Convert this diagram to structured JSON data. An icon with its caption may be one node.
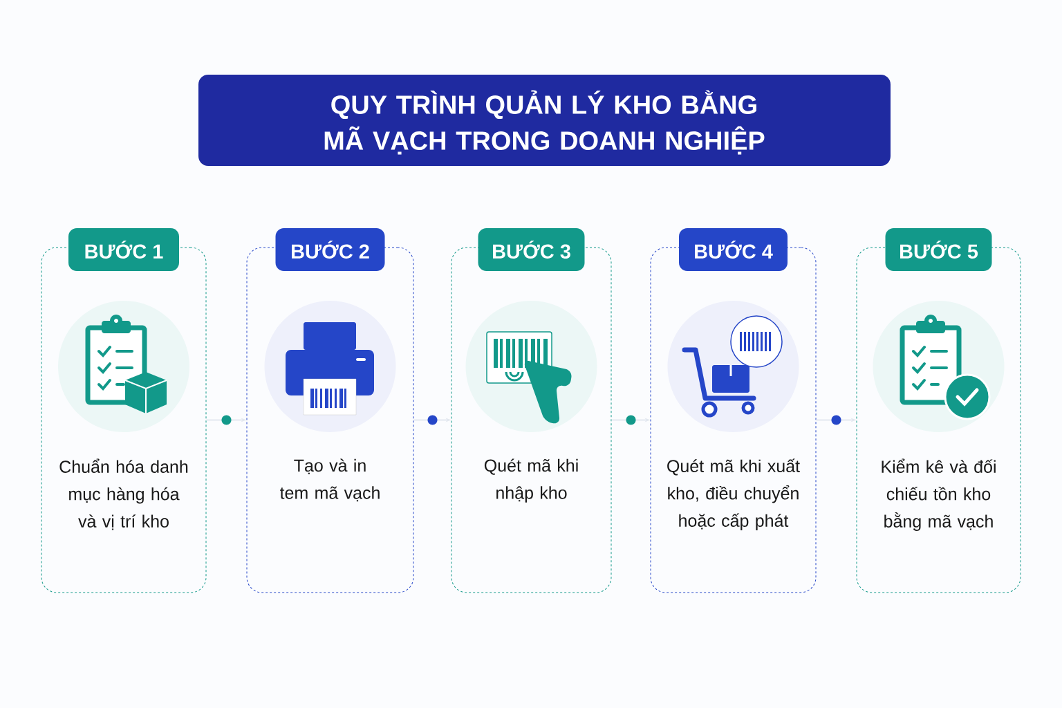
{
  "diagram": {
    "title": "QUY TRÌNH QUẢN LÝ KHO BẰNG MÃ VẠCH TRONG DOANH NGHIỆP",
    "nodes": [
      {
        "text": [
          "BƯỚC 1",
          "Chuẩn hóa danh mục hàng hóa và vị trí kho"
        ]
      },
      {
        "text": [
          "BƯỚC 2",
          "Tạo và in tem mã vạch"
        ]
      },
      {
        "text": [
          "BƯỚC 3",
          "Quét mã khi nhập kho"
        ]
      },
      {
        "text": [
          "BƯỚC 4",
          "Quét mã khi xuất kho, điều chuyển hoặc cấp phát"
        ]
      },
      {
        "text": [
          "BƯỚC 5",
          "Kiểm kê và đối chiếu tồn kho bằng mã vạch"
        ]
      }
    ],
    "edges": [
      {
        "from": 0,
        "to": 1,
        "arrow": "to"
      },
      {
        "from": 1,
        "to": 2,
        "arrow": "to"
      },
      {
        "from": 2,
        "to": 3,
        "arrow": "to"
      },
      {
        "from": 3,
        "to": 4,
        "arrow": "to"
      }
    ]
  }
}
